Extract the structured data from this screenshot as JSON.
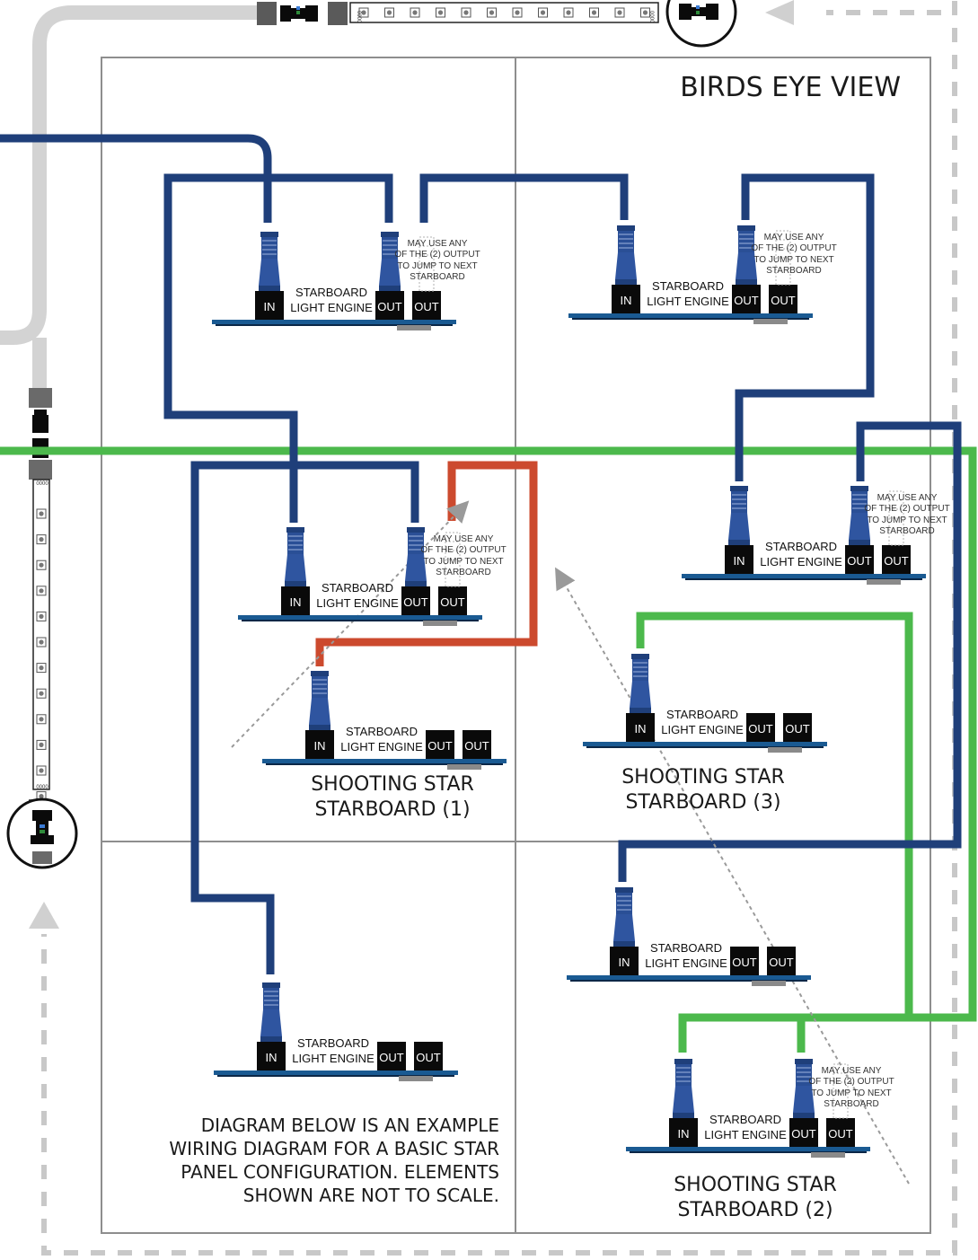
{
  "diagram": {
    "title": "BIRDS EYE VIEW",
    "note_lines": [
      "DIAGRAM BELOW IS AN EXAMPLE",
      "WIRING DIAGRAM FOR A BASIC STAR",
      "PANEL CONFIGURATION. ELEMENTS",
      "SHOWN ARE NOT TO SCALE."
    ],
    "board_label_line1": "STARBOARD",
    "board_label_line2": "LIGHT ENGINE",
    "port_in": "IN",
    "port_out": "OUT",
    "callout_lines": [
      "MAY USE ANY",
      "OF THE (2) OUTPUT",
      "TO JUMP TO NEXT",
      "STARBOARD"
    ],
    "group_labels": [
      [
        "SHOOTING STAR",
        "STARBOARD (1)"
      ],
      [
        "SHOOTING STAR",
        "STARBOARD (3)"
      ],
      [
        "SHOOTING STAR",
        "STARBOARD (2)"
      ]
    ],
    "strip_chip_label": "0000",
    "colors": {
      "main_cable": "#1f3f7a",
      "shooting_star_cable": "#4cb94c",
      "jumper_cable": "#cc4a2e",
      "power_cable": "#d3d3d3",
      "panel_border": "#8e8e8e",
      "board": "#1a5a92",
      "return_dashes": "#c8c8c8"
    }
  }
}
